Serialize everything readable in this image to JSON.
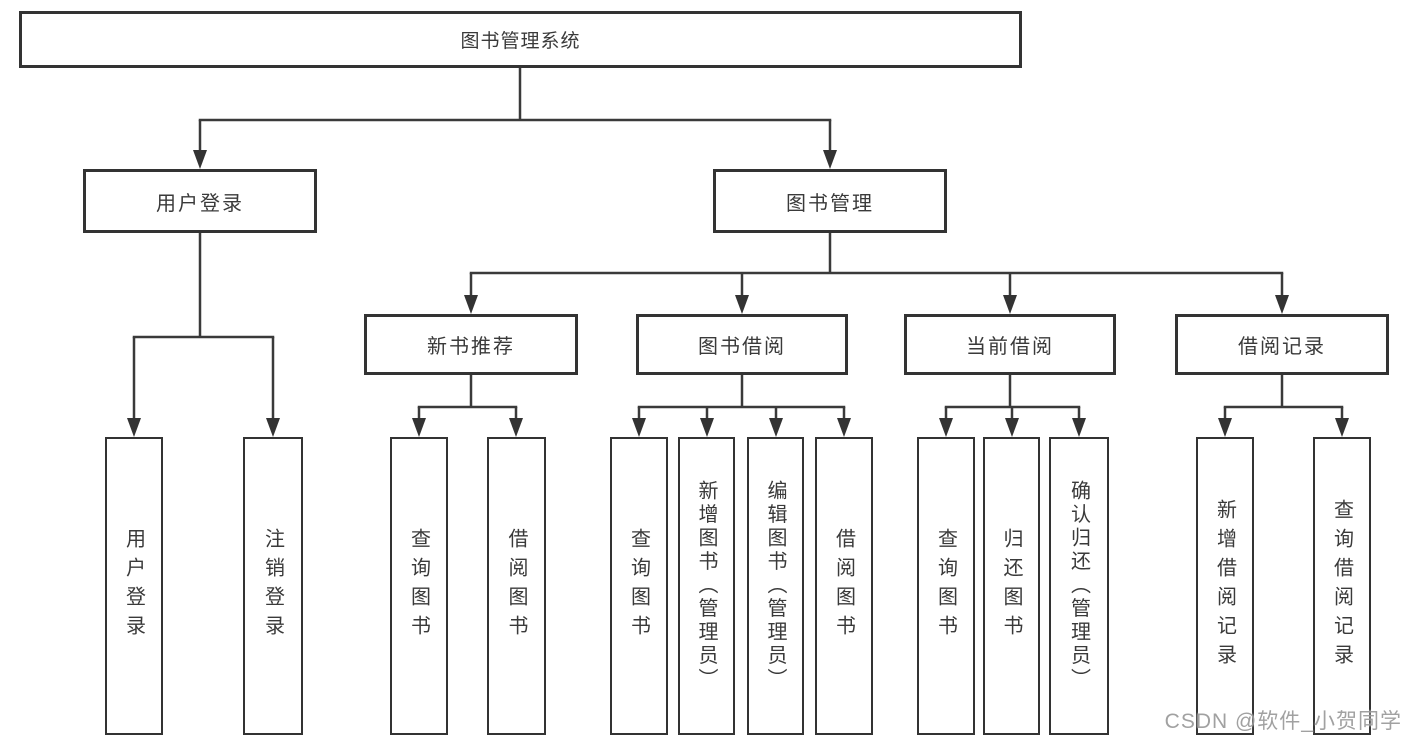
{
  "nodes": {
    "root": {
      "label": "图书管理系统"
    },
    "user_login": {
      "label": "用户登录"
    },
    "book_management": {
      "label": "图书管理"
    },
    "new_book_recommend": {
      "label": "新书推荐"
    },
    "book_borrow": {
      "label": "图书借阅"
    },
    "current_borrow": {
      "label": "当前借阅"
    },
    "borrow_records": {
      "label": "借阅记录"
    },
    "leaves": {
      "user_login_1": {
        "label": "用户登录"
      },
      "user_login_2": {
        "label": "注销登录"
      },
      "recommend_1": {
        "label": "查询图书"
      },
      "recommend_2": {
        "label": "借阅图书"
      },
      "borrow_1": {
        "label": "查询图书"
      },
      "borrow_2": {
        "label": "新增图书（管理员）"
      },
      "borrow_3": {
        "label": "编辑图书（管理员）"
      },
      "borrow_4": {
        "label": "借阅图书"
      },
      "current_1": {
        "label": "查询图书"
      },
      "current_2": {
        "label": "归还图书"
      },
      "current_3": {
        "label": "确认归还（管理员）"
      },
      "records_1": {
        "label": "新增借阅记录"
      },
      "records_2": {
        "label": "查询借阅记录"
      }
    }
  },
  "watermark": {
    "text": "CSDN @软件_小贺同学"
  },
  "colors": {
    "line": "#3a3a3a",
    "border": "#333333",
    "text": "#3a3a3a",
    "watermark": "#949494",
    "background": "#ffffff"
  }
}
